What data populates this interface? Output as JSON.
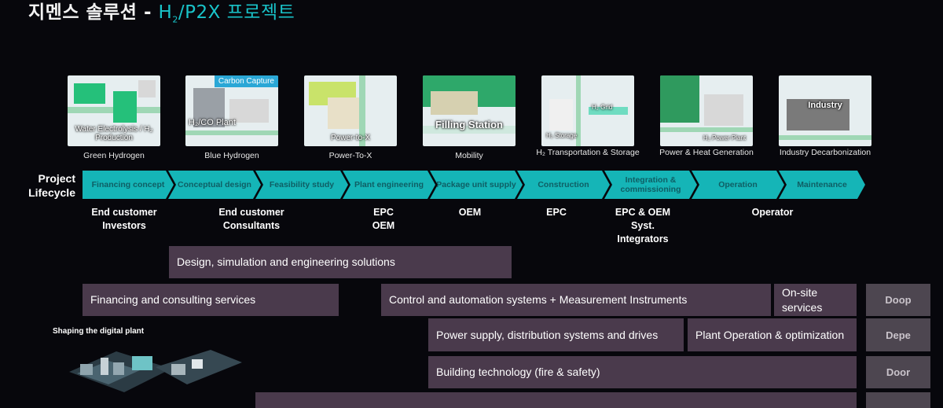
{
  "title": {
    "main": "지멘스 솔루션 - ",
    "accent_pre": "H",
    "accent_sub": "2",
    "accent_post": "/P2X 프로젝트"
  },
  "thumbnails": [
    {
      "label": "Water Electrolysis / H₂ Production",
      "caption": "Green Hydrogen"
    },
    {
      "label": "H₂/CO Plant",
      "corner": "Carbon Capture",
      "caption": "Blue Hydrogen"
    },
    {
      "label": "Power-to-X",
      "caption": "Power-To-X"
    },
    {
      "label": "Filling Station",
      "caption": "Mobility"
    },
    {
      "label": "H₂ Storage",
      "label2": "H₂ Grid",
      "caption": "H₂ Transportation & Storage"
    },
    {
      "label": "H₂ Power Plant",
      "caption": "Power & Heat Generation"
    },
    {
      "label": "Industry",
      "caption": "Industry Decarbonization"
    }
  ],
  "lifecycle_label": "Project Lifecycle",
  "stages": [
    "Financing concept",
    "Conceptual design",
    "Feasibility study",
    "Plant engineering",
    "Package unit supply",
    "Construction",
    "Integration & commissioning",
    "Operation",
    "Maintenance"
  ],
  "roles": [
    "End customer\nInvestors",
    "End customer\nConsultants",
    "EPC\nOEM",
    "OEM",
    "EPC",
    "EPC & OEM\nSyst.\nIntegrators",
    "Operator"
  ],
  "services": {
    "design": "Design, simulation and engineering solutions",
    "financing": "Financing and consulting services",
    "control": "Control and automation systems + Measurement Instruments",
    "onsite": "On-site services",
    "power": "Power supply, distribution systems and drives",
    "operation": "Plant Operation & optimization",
    "building": "Building technology (fire & safety)"
  },
  "side_labels": [
    "Doop",
    "Depe",
    "Door"
  ],
  "shaping": "Shaping the digital plant",
  "colors": {
    "accent": "#19c3c9",
    "arrow": "#15b5b7",
    "bar": "#4a3a4c",
    "background": "#07070c"
  }
}
